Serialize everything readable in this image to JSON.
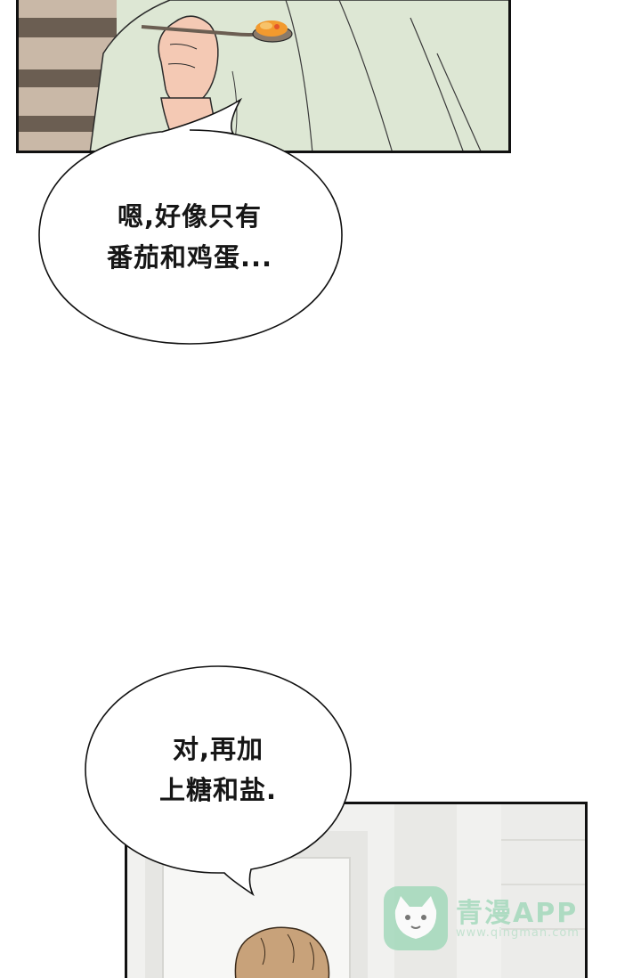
{
  "bubbles": [
    {
      "lines": [
        "嗯,好像只有",
        "番茄和鸡蛋..."
      ]
    },
    {
      "lines": [
        "对,再加",
        "上糖和盐."
      ]
    }
  ],
  "watermark": {
    "name": "青漫APP",
    "url": "www.qingman.com"
  },
  "colors": {
    "shirt_green": "#dde7d4",
    "skin": "#f4c9b4",
    "hair": "#c8a27a",
    "tomato_egg": "#f29a2e",
    "watermark_green": "#9fd8b9"
  }
}
